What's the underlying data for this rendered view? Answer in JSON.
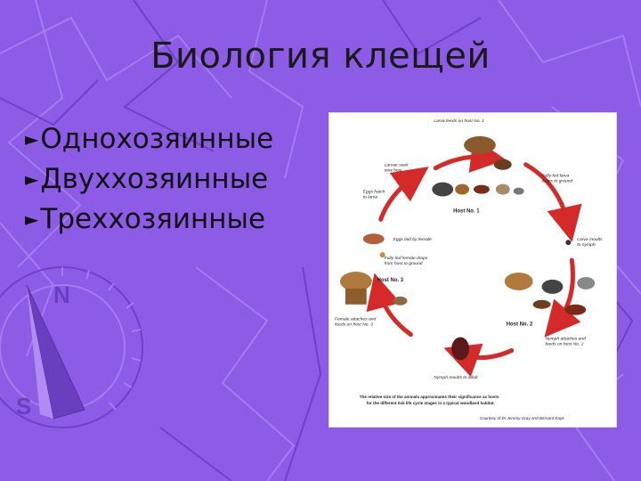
{
  "slide": {
    "title": "Биология клещей",
    "bullet_marker": "►",
    "bullets": [
      "Однохозяинные",
      "Двуххозяинные",
      "Треххозяинные"
    ],
    "compass_letters": {
      "north": "N",
      "south": "S"
    }
  },
  "figure": {
    "labels": {
      "larva_feeds": "Larva feeds on host No. 1",
      "larvae_seek_1": "Larvae seek",
      "larvae_seek_2": "new host",
      "fully_fed_larva_1": "Fully fed larva",
      "fully_fed_larva_2": "drops to ground",
      "eggs_hatch_1": "Eggs hatch",
      "eggs_hatch_2": "to larva",
      "host1": "Host No. 1",
      "eggs_laid": "Eggs laid by female",
      "female_drops_1": "Fully fed female drops",
      "female_drops_2": "from host to ground",
      "larva_moults_1": "Larva moults",
      "larva_moults_2": "to nymph",
      "host3": "Host No. 3",
      "female_attaches_1": "Female attaches and",
      "female_attaches_2": "feeds on host No. 3",
      "host2": "Host No. 2",
      "nymph_attaches_1": "Nymph attaches and",
      "nymph_attaches_2": "feeds on host No. 2",
      "nymph_moults": "Nymph moults to adult",
      "caption_1": "The relative size of the animals approximates their significance as hosts",
      "caption_2": "for the different tick life cycle stages in a typical woodland habitat.",
      "credit": "Courtesy of Dr Jeremy Gray and Bernard Kaye"
    }
  },
  "colors": {
    "background": "#8c5ce6",
    "line_light": "#a27cf0",
    "line_dark": "#6f40c8",
    "arrow_red": "#d42a2a"
  }
}
